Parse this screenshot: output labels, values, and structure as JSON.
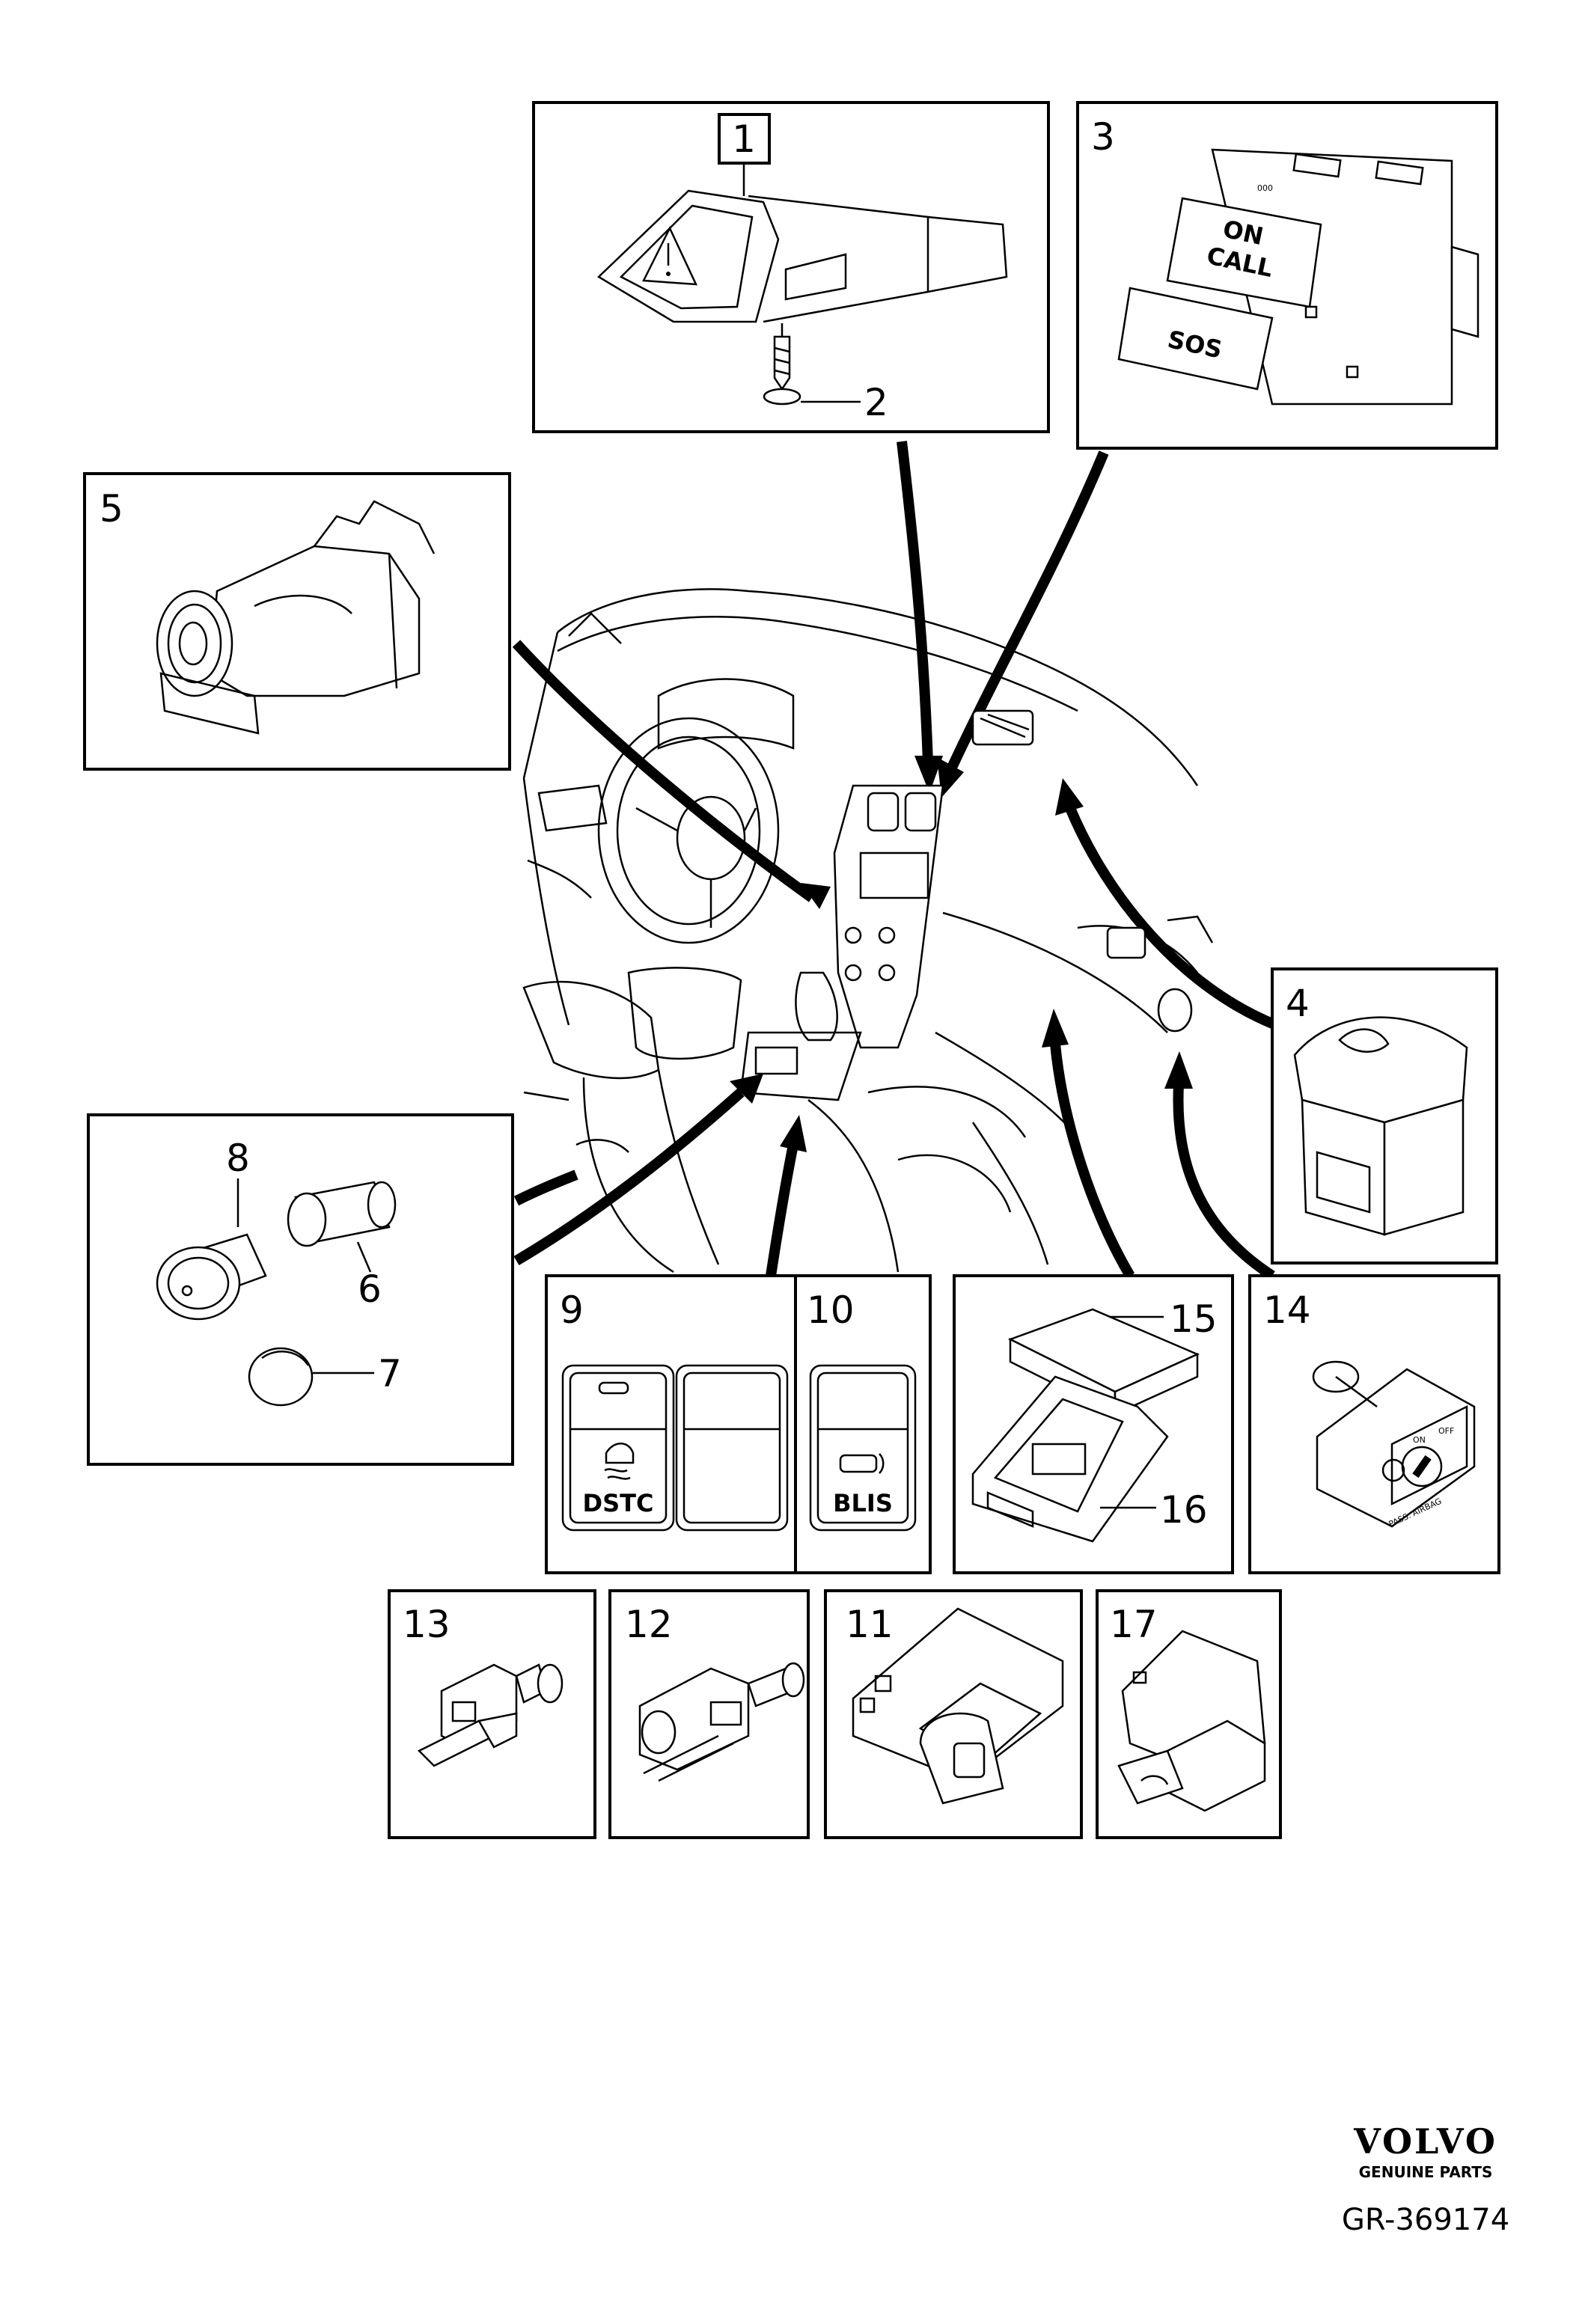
{
  "callouts": {
    "c1": "1",
    "c2": "2",
    "c3": "3",
    "c4": "4",
    "c5": "5",
    "c6": "6",
    "c7": "7",
    "c8": "8",
    "c9": "9",
    "c10": "10",
    "c11": "11",
    "c12": "12",
    "c13": "13",
    "c14": "14",
    "c15": "15",
    "c16": "16",
    "c17": "17"
  },
  "button_text": {
    "on": "ON",
    "call": "CALL",
    "sos": "SOS",
    "dstc": "DSTC",
    "blis": "BLIS",
    "on_small": "ON",
    "off_small": "OFF",
    "pass_airbag": "PASS. AIRBAG"
  },
  "footer": {
    "brand": "VOLVO",
    "brand_sub": "GENUINE PARTS",
    "diagram_code": "GR-369174"
  }
}
